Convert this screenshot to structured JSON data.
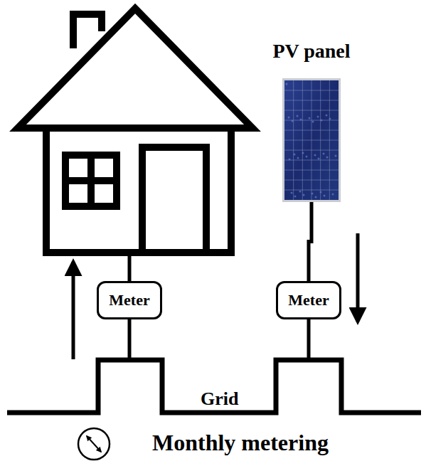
{
  "diagram": {
    "nodes": [
      {
        "text": [
          "PV panel"
        ]
      },
      {
        "text": [
          "Meter"
        ]
      },
      {
        "text": [
          "Meter"
        ]
      }
    ],
    "edges": [
      {
        "from": 0,
        "to": 2,
        "arrow": "none"
      }
    ],
    "labels": [
      "Grid",
      "Monthly metering"
    ]
  }
}
